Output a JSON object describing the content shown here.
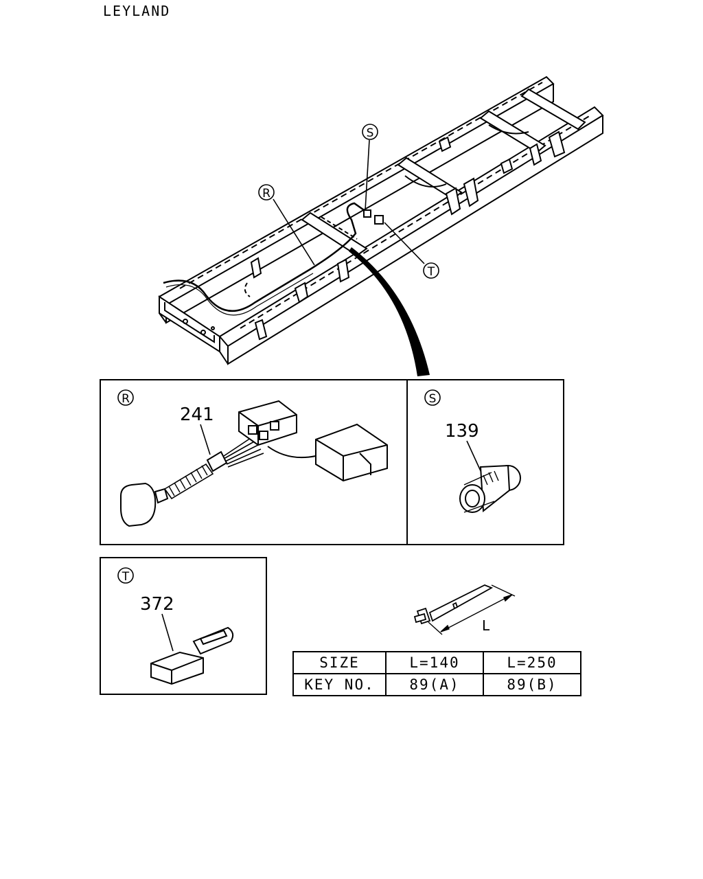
{
  "header": {
    "brand": "LEYLAND"
  },
  "callouts": {
    "r": "R",
    "s": "S",
    "t": "T"
  },
  "panels": {
    "r": {
      "label": "R",
      "part_no": "241"
    },
    "s": {
      "label": "S",
      "part_no": "139"
    },
    "t": {
      "label": "T",
      "part_no": "372"
    }
  },
  "fitting": {
    "dimension_label": "L"
  },
  "size_table": {
    "rows": [
      {
        "head": "SIZE",
        "a": "L=140",
        "b": "L=250"
      },
      {
        "head": "KEY NO.",
        "a": "89(A)",
        "b": "89(B)"
      }
    ]
  }
}
